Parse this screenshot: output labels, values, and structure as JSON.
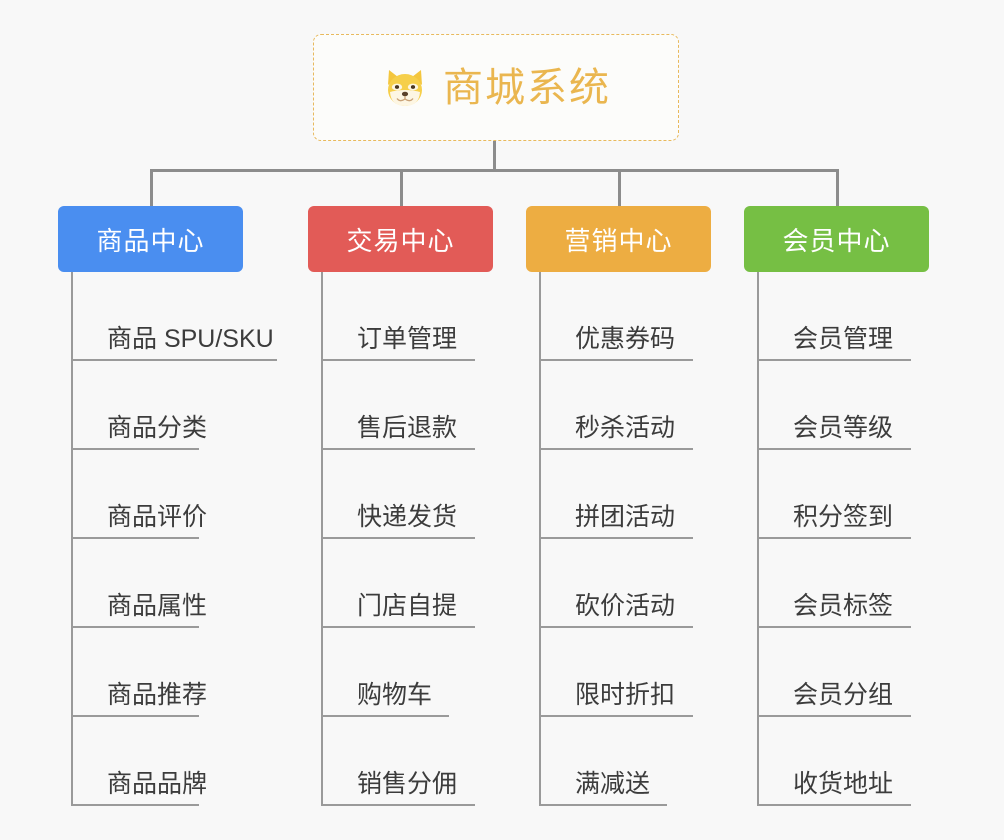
{
  "background_color": "#f8f8f8",
  "root": {
    "title": "商城系统",
    "icon": "shiba-dog-face-icon",
    "text_color": "#eab64f",
    "border_color": "#e8b95c",
    "border_style": "dashed"
  },
  "connector_color": "#8c8c8c",
  "columns": [
    {
      "id": "product-center",
      "header": "商品中心",
      "color": "#4a8ef0",
      "items": [
        {
          "label": "商品 SPU/SKU",
          "wide": true
        },
        {
          "label": "商品分类",
          "wide": false
        },
        {
          "label": "商品评价",
          "wide": false
        },
        {
          "label": "商品属性",
          "wide": false
        },
        {
          "label": "商品推荐",
          "wide": false
        },
        {
          "label": "商品品牌",
          "wide": false
        }
      ]
    },
    {
      "id": "trade-center",
      "header": "交易中心",
      "color": "#e25b57",
      "items": [
        {
          "label": "订单管理",
          "wide": false
        },
        {
          "label": "售后退款",
          "wide": false
        },
        {
          "label": "快递发货",
          "wide": false
        },
        {
          "label": "门店自提",
          "wide": false
        },
        {
          "label": "购物车",
          "wide": true
        },
        {
          "label": "销售分佣",
          "wide": false
        }
      ]
    },
    {
      "id": "marketing-center",
      "header": "营销中心",
      "color": "#edad42",
      "items": [
        {
          "label": "优惠券码",
          "wide": false
        },
        {
          "label": "秒杀活动",
          "wide": false
        },
        {
          "label": "拼团活动",
          "wide": false
        },
        {
          "label": "砍价活动",
          "wide": false
        },
        {
          "label": "限时折扣",
          "wide": false
        },
        {
          "label": "满减送",
          "wide": true
        }
      ]
    },
    {
      "id": "member-center",
      "header": "会员中心",
      "color": "#76bf44",
      "items": [
        {
          "label": "会员管理",
          "wide": false
        },
        {
          "label": "会员等级",
          "wide": false
        },
        {
          "label": "积分签到",
          "wide": false
        },
        {
          "label": "会员标签",
          "wide": false
        },
        {
          "label": "会员分组",
          "wide": false
        },
        {
          "label": "收货地址",
          "wide": false
        }
      ]
    }
  ]
}
